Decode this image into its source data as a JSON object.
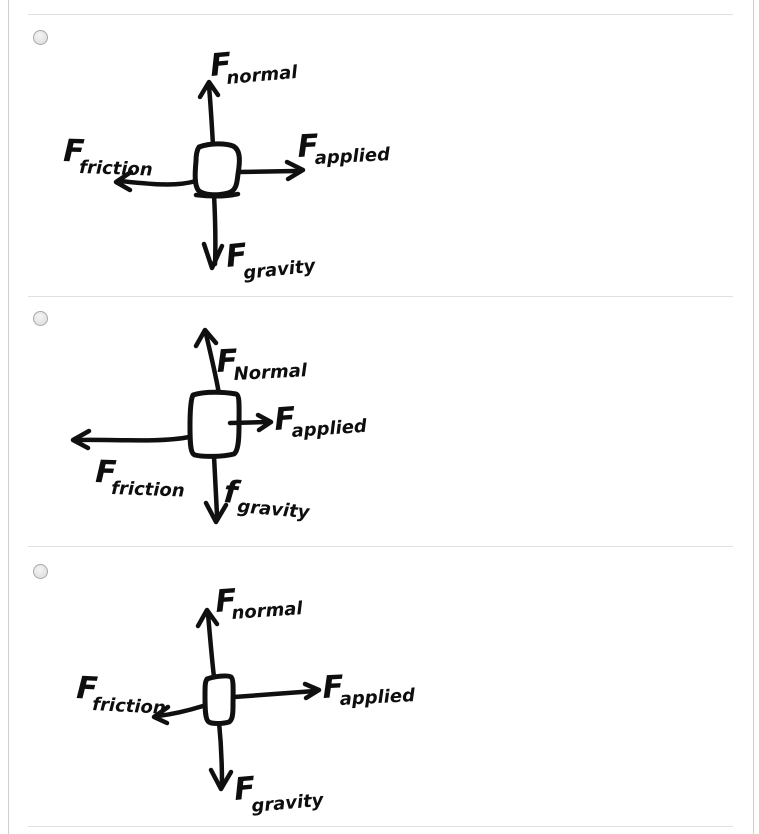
{
  "page": {
    "background": "#ffffff",
    "border_color": "#cfcfcf",
    "divider_color": "#e0e0e0",
    "ink_color": "#101010",
    "type": "multiple-choice question with three hand-drawn free-body diagram options"
  },
  "options": [
    {
      "radio_state": "unselected",
      "description": "Hand-drawn free-body diagram: box with F normal arrow up, F applied arrow right, F friction arrow left (slightly longer, curved), F gravity arrow down",
      "labels": {
        "normal_main": "F",
        "normal_sub": "normal",
        "applied_main": "F",
        "applied_sub": "applied",
        "friction_main": "F",
        "friction_sub": "friction",
        "gravity_main": "F",
        "gravity_sub": "gravity"
      }
    },
    {
      "radio_state": "unselected",
      "description": "Hand-drawn free-body diagram: box with F Normal arrow up, short F applied arrow right, long F friction arrow left, f gravity arrow down",
      "labels": {
        "normal_main": "F",
        "normal_sub": "Normal",
        "applied_main": "F",
        "applied_sub": "applied",
        "friction_main": "F",
        "friction_sub": "friction",
        "gravity_main": "f",
        "gravity_sub": "gravity"
      }
    },
    {
      "radio_state": "unselected",
      "description": "Hand-drawn free-body diagram: small box with F normal arrow up, long F applied arrow right, short angled F friction arrow down-left, F gravity arrow down",
      "labels": {
        "normal_main": "F",
        "normal_sub": "normal",
        "applied_main": "F",
        "applied_sub": "applied",
        "friction_main": "F",
        "friction_sub": "friction",
        "gravity_main": "F",
        "gravity_sub": "gravity"
      }
    }
  ]
}
